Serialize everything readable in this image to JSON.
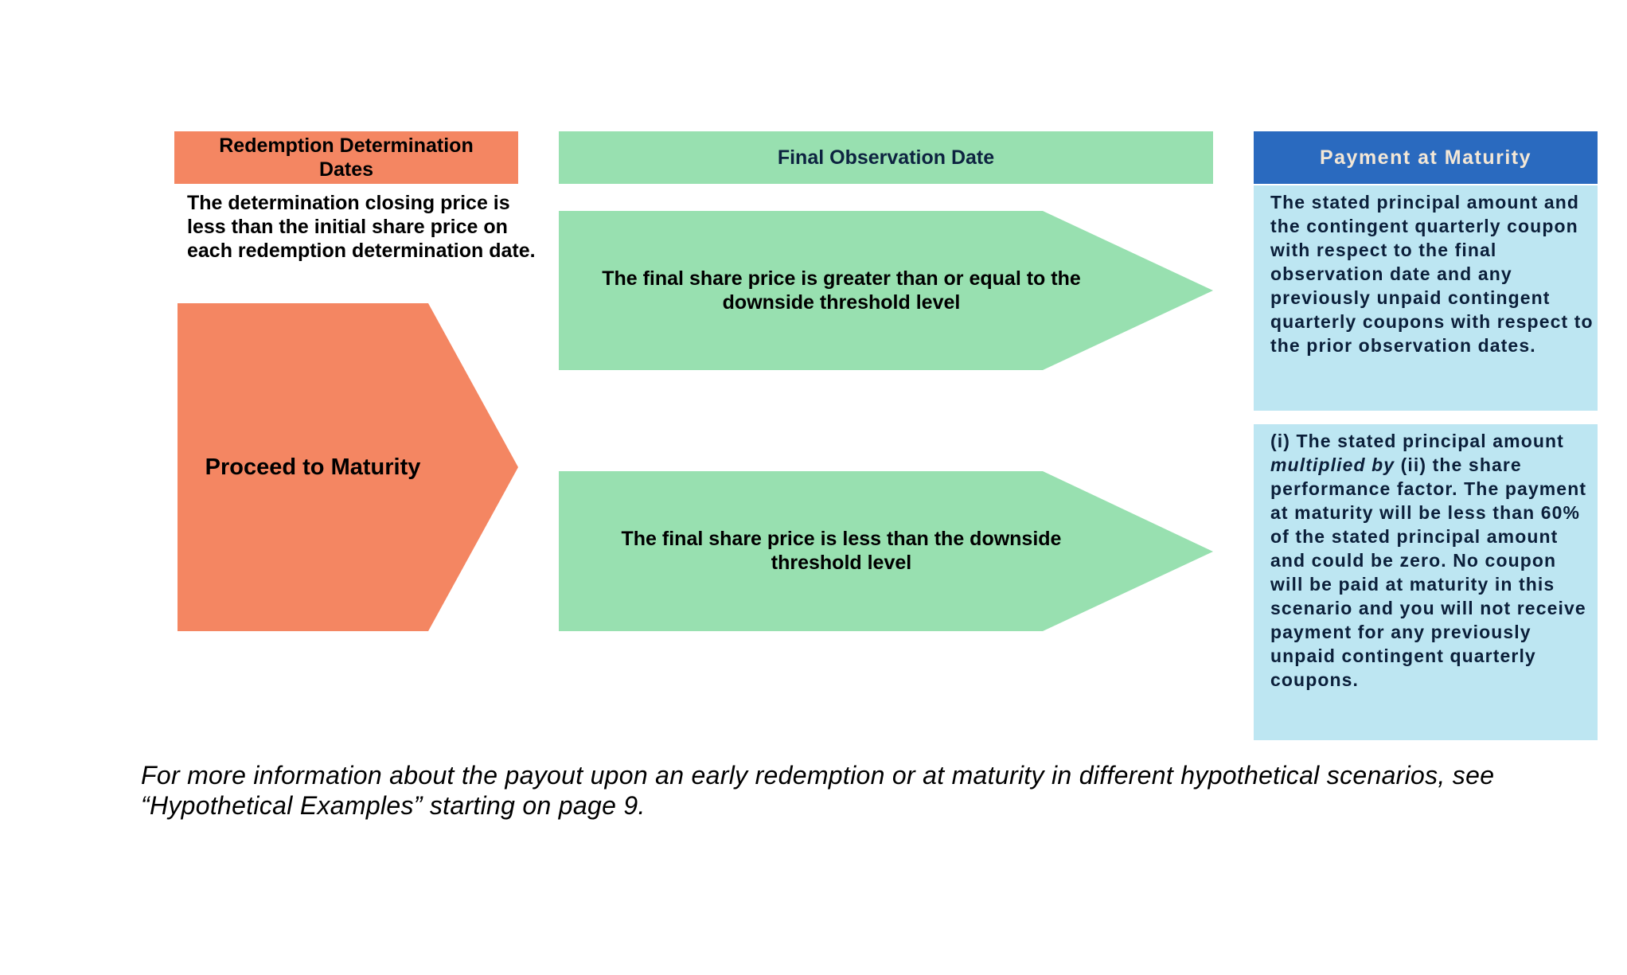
{
  "headers": {
    "redemption": "Redemption Determination Dates",
    "final_observation": "Final Observation Date",
    "payment": "Payment at Maturity"
  },
  "redemption_condition": "The determination closing price is less than the initial share price on each redemption determination date.",
  "proceed_label": "Proceed to Maturity",
  "scenario_1": {
    "prefix": "The final share price is ",
    "bold": "greater than or equal to",
    "suffix": " the downside threshold level"
  },
  "scenario_2": {
    "prefix": "The final share price is ",
    "bold": "less than",
    "suffix": " the downside threshold level"
  },
  "payment_1": "The stated principal amount and the contingent quarterly coupon with respect to the final observation date and any previously unpaid contingent quarterly coupons with respect to the prior observation dates.",
  "payment_2": {
    "part1": "(i) The stated principal amount ",
    "italic": "multiplied by",
    "part2": " (ii) the share performance factor. ",
    "bold": "The payment at maturity will be less than 60% of the stated principal amount and could be zero.",
    "part3": " No coupon will be paid at maturity in this scenario and you will not receive payment for any previously unpaid contingent quarterly coupons."
  },
  "footnote": "For more information about the payout upon an early redemption or at maturity in different hypothetical scenarios, see “Hypothetical Examples” starting on page 9.",
  "colors": {
    "orange": "#f48662",
    "green": "#98e0b0",
    "blue": "#2a6abf",
    "light_blue": "#bde6f2"
  }
}
